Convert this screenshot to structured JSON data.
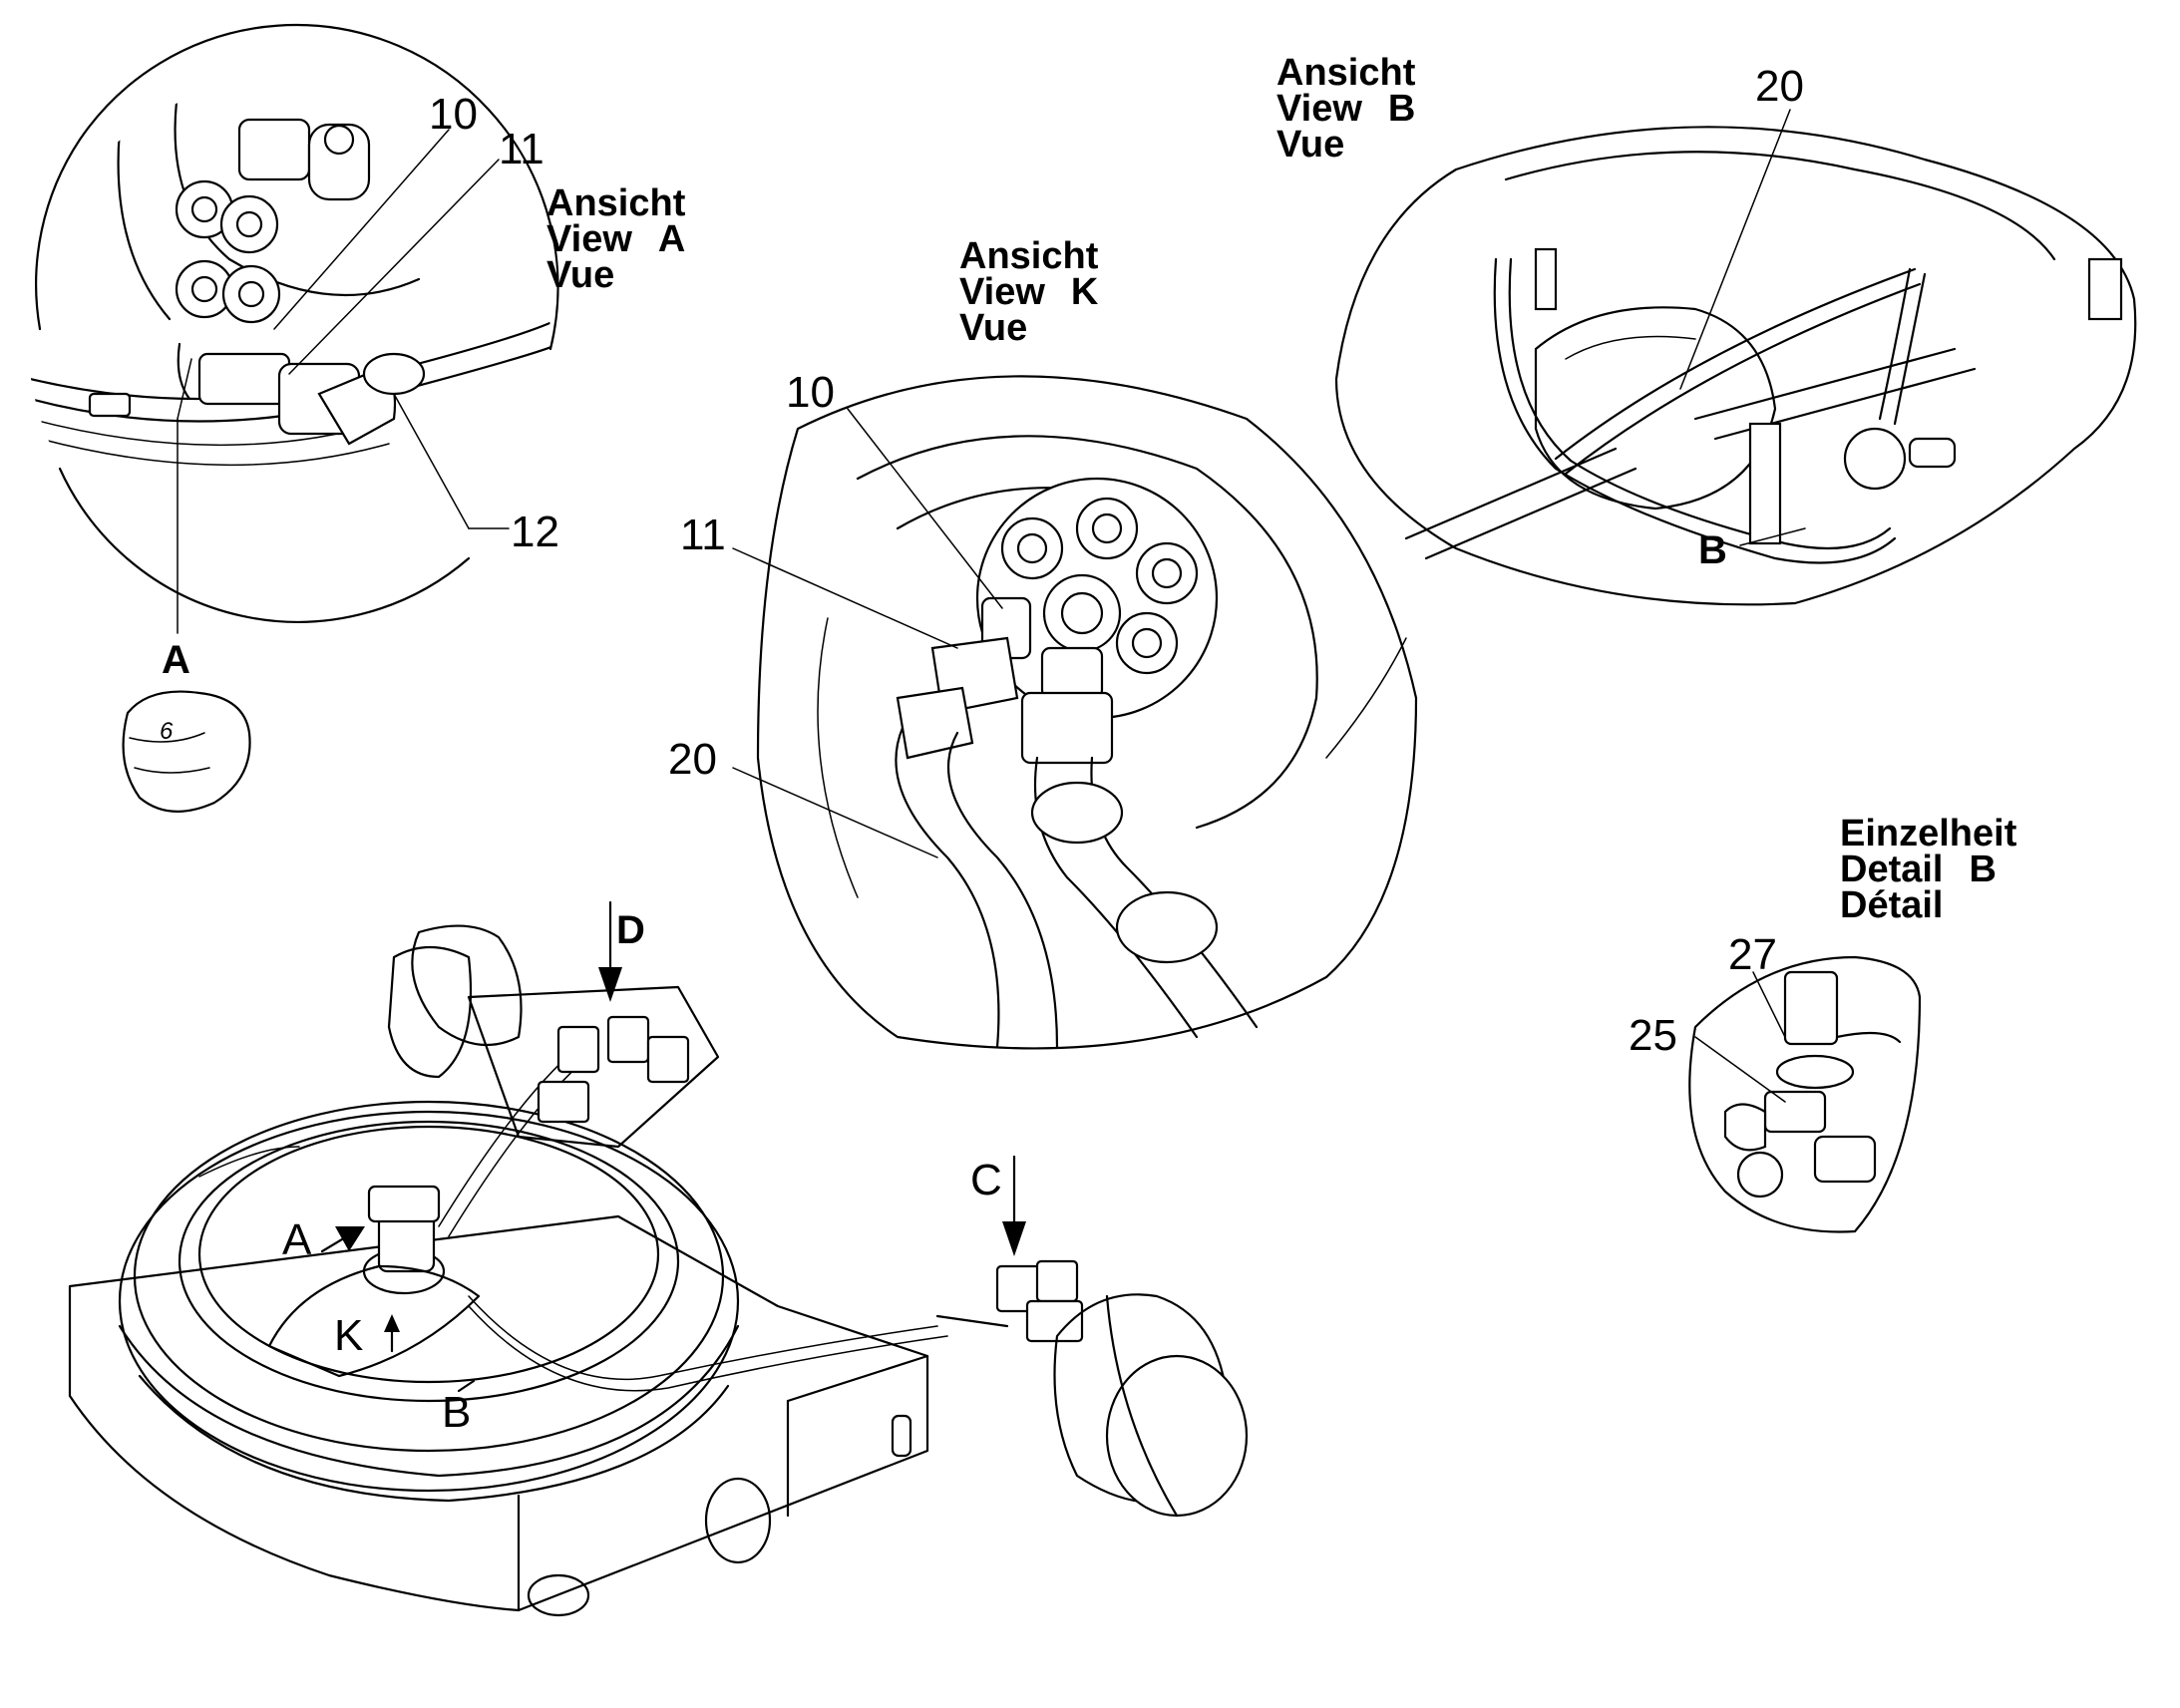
{
  "views": {
    "view_a": {
      "line1": "Ansicht",
      "line2": "View",
      "letter": "A",
      "line3": "Vue"
    },
    "view_k": {
      "line1": "Ansicht",
      "line2": "View",
      "letter": "K",
      "line3": "Vue"
    },
    "view_b": {
      "line1": "Ansicht",
      "line2": "View",
      "letter": "B",
      "line3": "Vue"
    },
    "detail_b": {
      "line1": "Einzelheit",
      "line2": "Detail",
      "letter": "B",
      "line3": "Détail"
    }
  },
  "view_a_callouts": {
    "c10": "10",
    "c11": "11",
    "c12": "12",
    "detail_marker": "A",
    "stamp": "6"
  },
  "view_k_callouts": {
    "c10": "10",
    "c11": "11",
    "c20": "20"
  },
  "view_b_callouts": {
    "c20": "20",
    "detail_marker": "B"
  },
  "detail_b_callouts": {
    "c27": "27",
    "c25": "25"
  },
  "overview_markers": {
    "a": "A",
    "k": "K",
    "b": "B",
    "c": "C",
    "d": "D"
  }
}
